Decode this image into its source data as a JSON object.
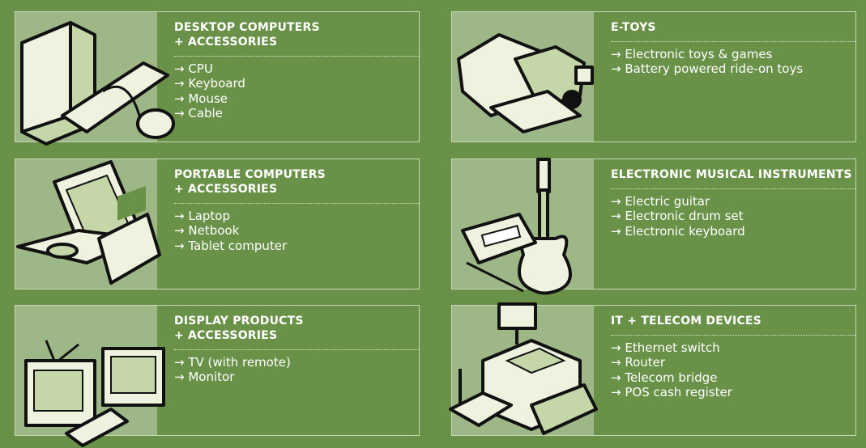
{
  "arrow": "→",
  "panels": [
    {
      "title_lines": [
        "DESKTOP COMPUTERS",
        "+ ACCESSORIES"
      ],
      "items": [
        "CPU",
        "Keyboard",
        "Mouse",
        "Cable"
      ],
      "icon": "desktop-computer-icon"
    },
    {
      "title_lines": [
        "E-TOYS"
      ],
      "items": [
        "Electronic toys & games",
        "Battery powered ride-on toys"
      ],
      "icon": "toy-car-icon"
    },
    {
      "title_lines": [
        "PORTABLE COMPUTERS",
        "+ ACCESSORIES"
      ],
      "items": [
        "Laptop",
        "Netbook",
        "Tablet computer"
      ],
      "icon": "laptop-icon"
    },
    {
      "title_lines": [
        "ELECTRONIC MUSICAL INSTRUMENTS"
      ],
      "items": [
        "Electric guitar",
        "Electronic drum set",
        "Electronic keyboard"
      ],
      "icon": "guitar-icon"
    },
    {
      "title_lines": [
        "DISPLAY PRODUCTS",
        "+ ACCESSORIES"
      ],
      "items": [
        "TV (with remote)",
        "Monitor"
      ],
      "icon": "tv-icon"
    },
    {
      "title_lines": [
        "IT + TELECOM DEVICES"
      ],
      "items": [
        "Ethernet switch",
        "Router",
        "Telecom bridge",
        "POS cash register"
      ],
      "icon": "cash-register-icon"
    }
  ],
  "colors": {
    "background": "#6a9148",
    "illustration_bg": "#9db787",
    "border": "#c9d9b4",
    "text": "#ffffff"
  }
}
